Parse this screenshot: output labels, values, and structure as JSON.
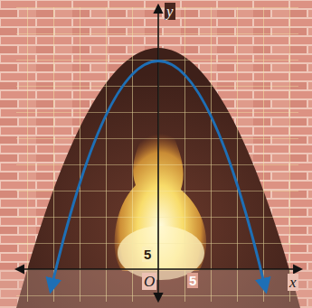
{
  "diagram": {
    "labels": [
      "y",
      "x",
      "O",
      "5",
      "5"
    ]
  }
}
